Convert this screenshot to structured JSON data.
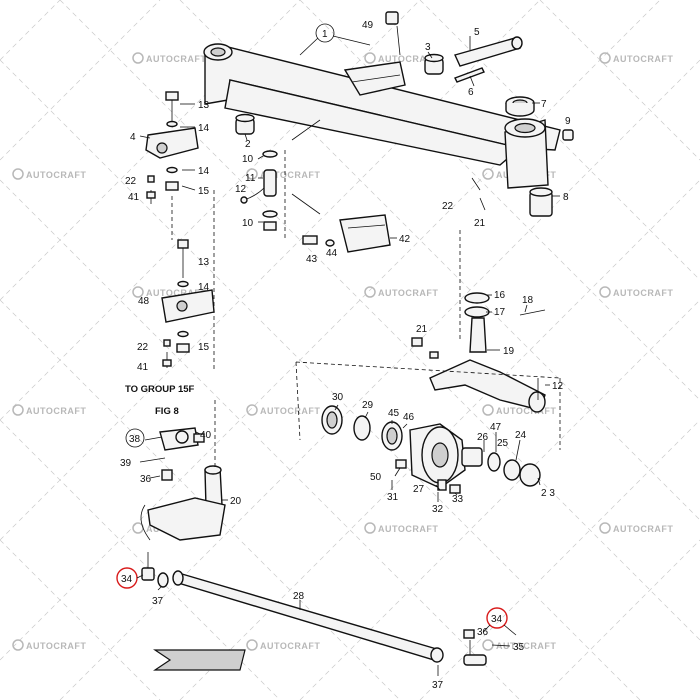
{
  "watermark": {
    "text": "AUTOCRAFT"
  },
  "note": {
    "line1": "TO GROUP 15F",
    "line2": "FIG 8"
  },
  "colors": {
    "line": "#111111",
    "highlight": "#d81b1b",
    "watermark": "#b8b8b8"
  },
  "callouts": {
    "c1": "1",
    "c49": "49",
    "c3": "3",
    "c5": "5",
    "c6": "6",
    "c7": "7",
    "c9": "9",
    "c8": "8",
    "c2": "2",
    "c4": "4",
    "c14a": "14",
    "c14b": "14",
    "c14c": "14",
    "c13a": "13",
    "c13b": "13",
    "c15a": "15",
    "c15b": "15",
    "c22a": "22",
    "c22b": "22",
    "c22c": "22",
    "c41a": "41",
    "c41b": "41",
    "c10a": "10",
    "c10b": "10",
    "c11": "11",
    "c12a": "12",
    "c12b": "12",
    "c21a": "21",
    "c21b": "21",
    "c42": "42",
    "c43": "43",
    "c44": "44",
    "c48": "48",
    "c16": "16",
    "c17": "17",
    "c18": "18",
    "c19": "19",
    "c30": "30",
    "c29": "29",
    "c45": "45",
    "c46": "46",
    "c47": "47",
    "c26": "26",
    "c25": "25",
    "c24": "24",
    "c38": "38",
    "c39": "39",
    "c40": "40",
    "c36a": "36",
    "c36b": "36",
    "c20": "20",
    "c50": "50",
    "c31": "31",
    "c27": "27",
    "c32": "32",
    "c33": "33",
    "c23": "2 3",
    "c34a": "34",
    "c34b": "34",
    "c37a": "37",
    "c37b": "37",
    "c28": "28",
    "c35": "35"
  }
}
